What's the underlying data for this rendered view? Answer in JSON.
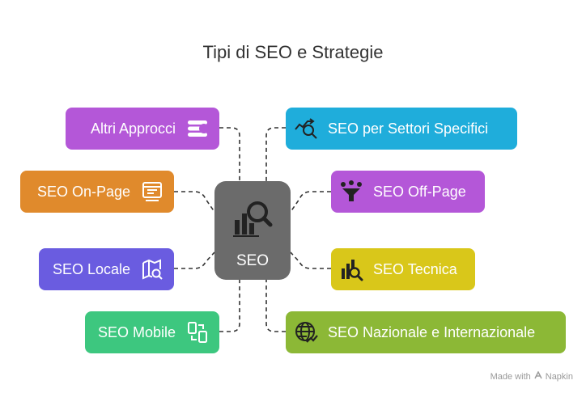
{
  "title": "Tipi di SEO e Strategie",
  "center": {
    "label": "SEO",
    "color": "#6b6b6b",
    "icon": "analytics-search-icon"
  },
  "left_nodes": [
    {
      "label": "Altri Approcci",
      "color": "#b457d8",
      "icon": "layers-icon"
    },
    {
      "label": "SEO On-Page",
      "color": "#e08a2c",
      "icon": "web-page-icon"
    },
    {
      "label": "SEO Locale",
      "color": "#6a5ce0",
      "icon": "map-search-icon"
    },
    {
      "label": "SEO Mobile",
      "color": "#3dc77f",
      "icon": "mobile-sync-icon"
    }
  ],
  "right_nodes": [
    {
      "label": "SEO per Settori Specifici",
      "color": "#1faddb",
      "icon": "trend-search-icon"
    },
    {
      "label": "SEO Off-Page",
      "color": "#b457d8",
      "icon": "link-funnel-icon"
    },
    {
      "label": "SEO Tecnica",
      "color": "#d9c71a",
      "icon": "chart-search-icon"
    },
    {
      "label": "SEO Nazionale e Internazionale",
      "color": "#8cb836",
      "icon": "globe-trend-icon"
    }
  ],
  "brand": {
    "made_with": "Made with",
    "name": "Napkin"
  },
  "link_color": "#333333"
}
